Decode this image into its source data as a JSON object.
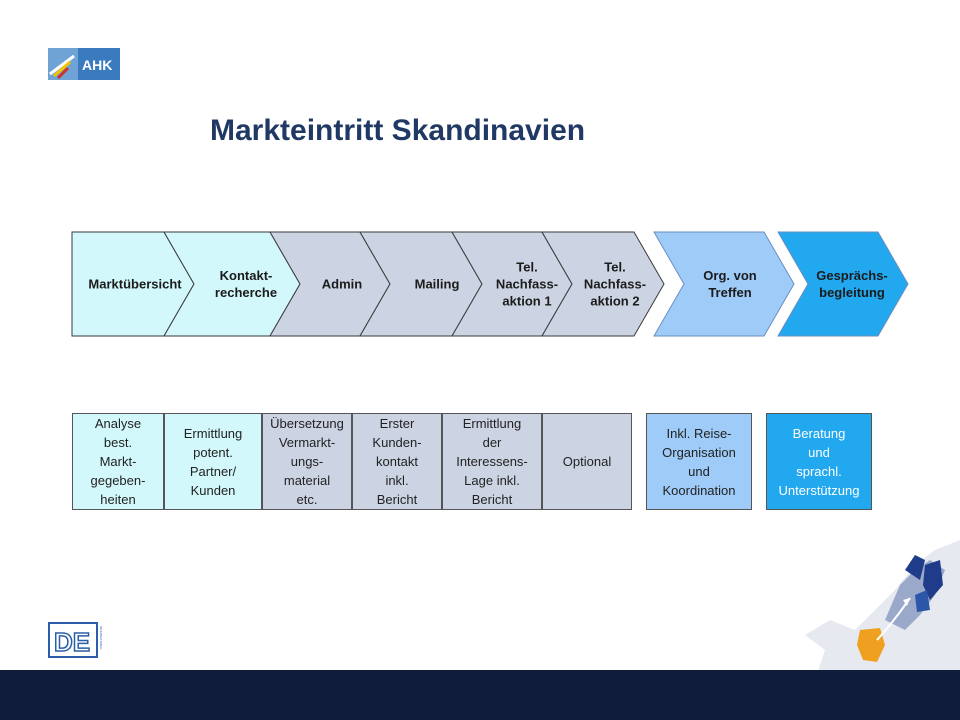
{
  "logo": {
    "text": "AHK"
  },
  "title": "Markteintritt Skandinavien",
  "steps": [
    {
      "label": "Marktübersicht",
      "color": "#d3f8fb"
    },
    {
      "label": "Kontakt-\nrecherche",
      "color": "#d3f8fb"
    },
    {
      "label": "Admin",
      "color": "#ccd4e3"
    },
    {
      "label": "Mailing",
      "color": "#ccd4e3"
    },
    {
      "label": "Tel.\nNachfass-\naktion 1",
      "color": "#ccd4e3"
    },
    {
      "label": "Tel.\nNachfass-\naktion 2",
      "color": "#ccd4e3"
    },
    {
      "label": "Org. von\nTreffen",
      "color": "#9ecbf8"
    },
    {
      "label": "Gesprächs-\nbegleitung",
      "color": "#22a8ef"
    }
  ],
  "details": [
    "Analyse\nbest.\nMarkt-\ngegeben-\nheiten",
    "Ermittlung\npotent.\nPartner/\nKunden",
    "Übersetzung\nVermarkt-\nungs-\nmaterial\netc.",
    "Erster\nKunden-\nkontakt\ninkl.\nBericht",
    "Ermittlung\nder\nInteressens-\nLage inkl.\nBericht",
    "Optional",
    "Inkl. Reise-\nOrganisation\nund\nKoordination",
    "Beratung\nund\nsprachl.\nUnterstützung"
  ],
  "footer_logo": {
    "text": "DE",
    "subtext": "INTERNATIONAL"
  },
  "colors": {
    "title": "#1f3864",
    "footer": "#0f1d3b",
    "cyan": "#d3f8fb",
    "grey": "#ccd4e3",
    "blue": "#9ecbf8",
    "bright": "#22a8ef"
  }
}
